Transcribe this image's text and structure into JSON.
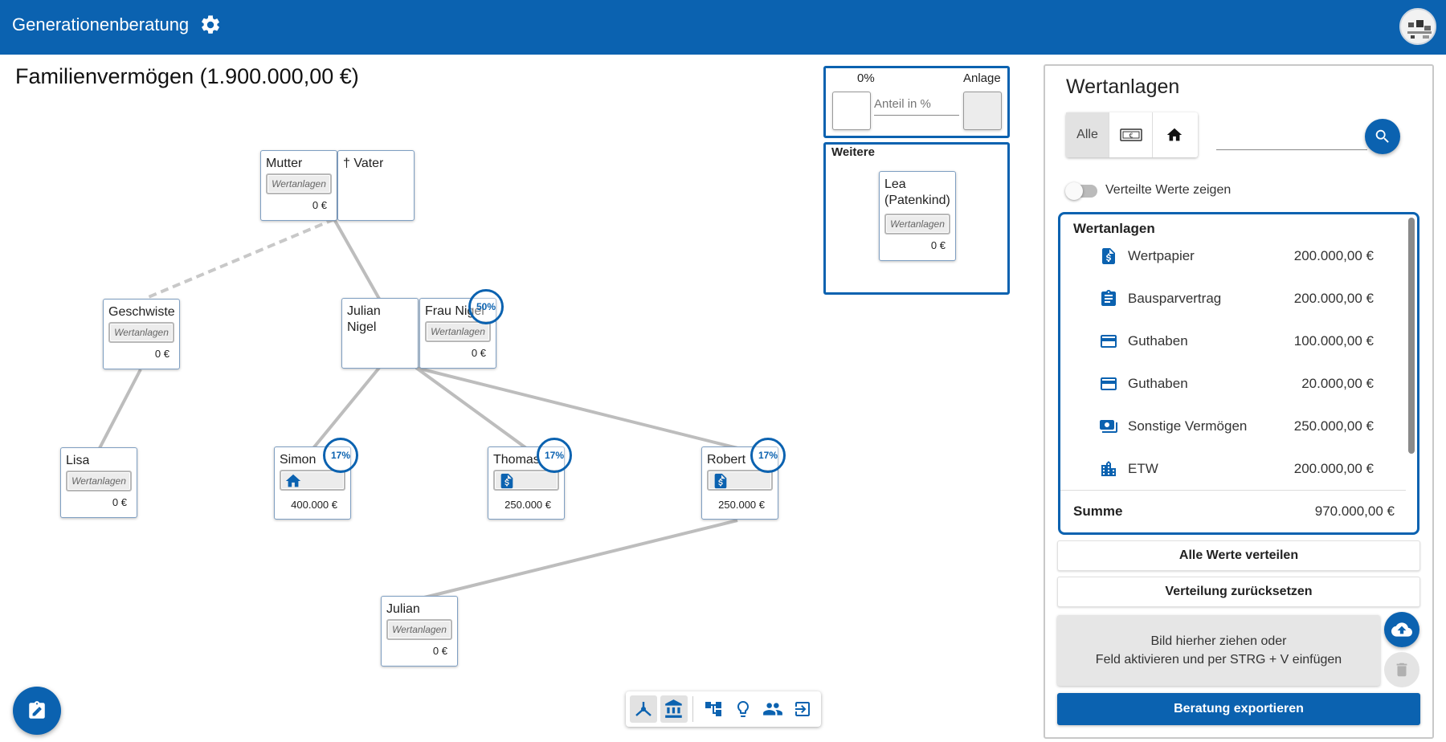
{
  "header": {
    "app_title": "Generationenberatung"
  },
  "page": {
    "title": "Familienvermögen (1.900.000,00 €)"
  },
  "tree": {
    "nodes": [
      {
        "name": "Mutter",
        "asset_label": "Wertanlagen",
        "amount": "0 €"
      },
      {
        "name": "† Vater"
      },
      {
        "name": "Geschwiste",
        "asset_label": "Wertanlagen",
        "amount": "0 €"
      },
      {
        "name": "Julian\nNigel"
      },
      {
        "name": "Frau Nigel",
        "asset_label": "Wertanlagen",
        "amount": "0 €",
        "badge": "50%"
      },
      {
        "name": "Lisa",
        "asset_label": "Wertanlagen",
        "amount": "0 €"
      },
      {
        "name": "Simon",
        "asset_icon": "home-icon",
        "amount": "400.000 €",
        "badge": "17%"
      },
      {
        "name": "Thomas",
        "asset_icon": "document-dollar-icon",
        "amount": "250.000 €",
        "badge": "17%"
      },
      {
        "name": "Robert",
        "asset_icon": "document-dollar-icon",
        "amount": "250.000 €",
        "badge": "17%"
      },
      {
        "name": "Julian",
        "asset_label": "Wertanlagen",
        "amount": "0 €"
      }
    ]
  },
  "percent_box": {
    "percent": "0%",
    "input_placeholder": "Anteil in %",
    "anlage_label": "Anlage"
  },
  "weitere": {
    "label": "Weitere",
    "node": {
      "name": "Lea\n(Patenkind)",
      "asset_label": "Wertanlagen",
      "amount": "0 €"
    }
  },
  "sidebar": {
    "title": "Wertanlagen",
    "filters": [
      {
        "label": "Alle",
        "active": true
      },
      {
        "icon": "money-icon"
      },
      {
        "icon": "home-icon"
      }
    ],
    "toggle_label": "Verteilte Werte zeigen",
    "list": {
      "heading": "Wertanlagen",
      "items": [
        {
          "icon": "document-dollar-icon",
          "name": "Wertpapier",
          "value": "200.000,00 €"
        },
        {
          "icon": "clipboard-icon",
          "name": "Bausparvertrag",
          "value": "200.000,00 €"
        },
        {
          "icon": "credit-card-icon",
          "name": "Guthaben",
          "value": "100.000,00 €"
        },
        {
          "icon": "credit-card-icon",
          "name": "Guthaben",
          "value": "20.000,00 €"
        },
        {
          "icon": "cash-icon",
          "name": "Sonstige Vermögen",
          "value": "250.000,00 €"
        },
        {
          "icon": "building-icon",
          "name": "ETW",
          "value": "200.000,00 €"
        }
      ],
      "sum_label": "Summe",
      "sum_value": "970.000,00 €"
    },
    "distribute_all": "Alle Werte verteilen",
    "reset": "Verteilung zurücksetzen",
    "drop_zone": {
      "line1": "Bild hierher ziehen oder",
      "line2": "Feld aktivieren und per STRG + V einfügen"
    },
    "export": "Beratung exportieren"
  },
  "colors": {
    "primary": "#0b62b0",
    "line": "#bdbdbd",
    "asset_bg": "#ececec"
  }
}
